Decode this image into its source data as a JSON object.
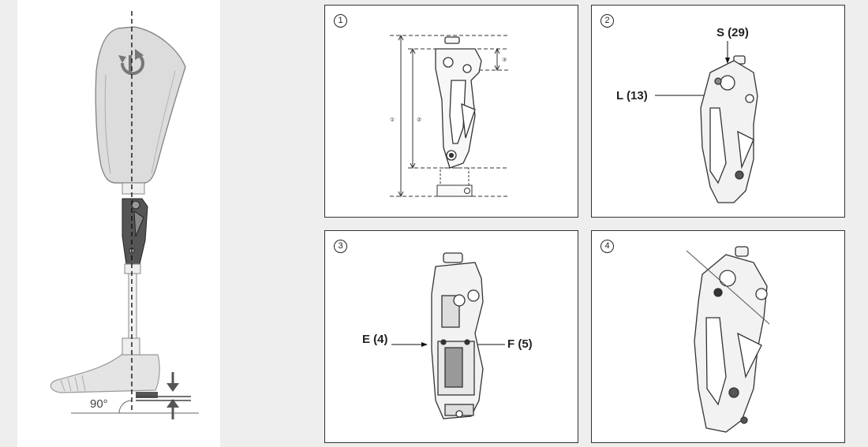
{
  "overview": {
    "angle_label": "90°"
  },
  "panels": [
    {
      "number": "1",
      "dimension_markers": [
        "①",
        "②",
        "③"
      ]
    },
    {
      "number": "2",
      "labels": {
        "s": "S (29)",
        "l": "L (13)"
      }
    },
    {
      "number": "3",
      "labels": {
        "e": "E (4)",
        "f": "F (5)"
      }
    },
    {
      "number": "4"
    }
  ]
}
